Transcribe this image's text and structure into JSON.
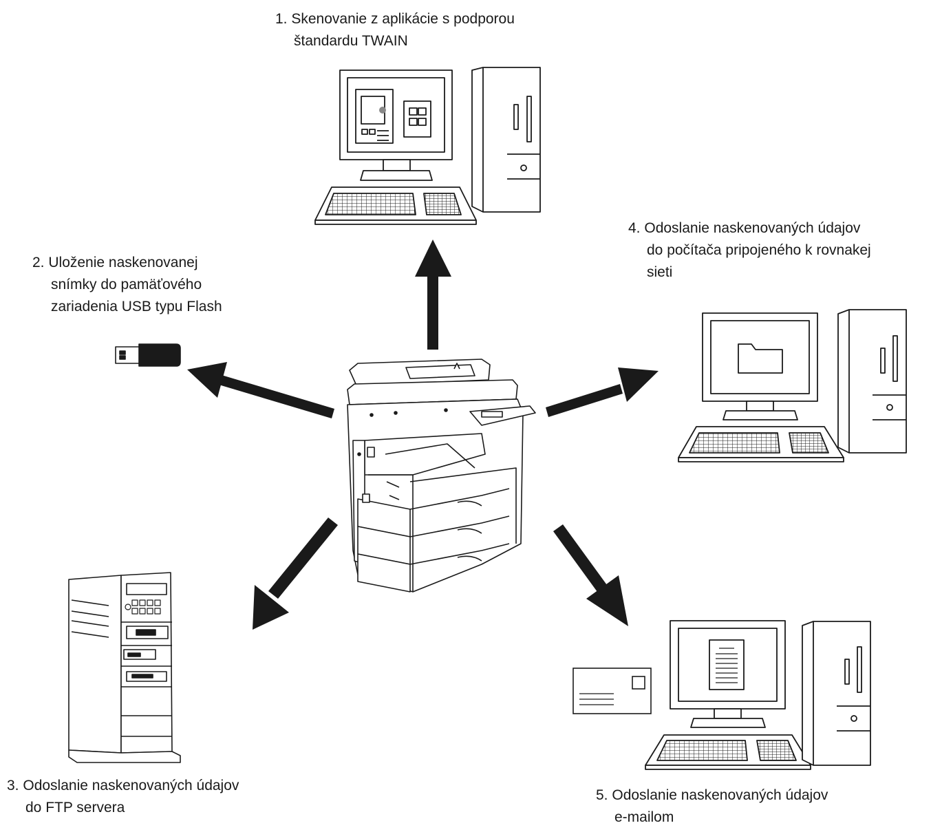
{
  "diagram": {
    "colors": {
      "ink": "#1a1a1a",
      "arrow": "#1a1a1a",
      "paper": "#ffffff"
    },
    "labels": [
      {
        "id": "twain",
        "number": "1.",
        "lines": [
          "Skenovanie z aplikácie s podporou",
          "štandardu TWAIN"
        ]
      },
      {
        "id": "usb",
        "number": "2.",
        "lines": [
          "Uloženie naskenovanej",
          "snímky do pamäťového",
          "zariadenia USB typu Flash"
        ]
      },
      {
        "id": "ftp",
        "number": "3.",
        "lines": [
          "Odoslanie naskenovaných údajov",
          "do FTP servera"
        ]
      },
      {
        "id": "network",
        "number": "4.",
        "lines": [
          "Odoslanie naskenovaných údajov",
          "do počítača pripojeného k rovnakej",
          "sieti"
        ]
      },
      {
        "id": "email",
        "number": "5.",
        "lines": [
          "Odoslanie naskenovaných údajov",
          "e-mailom"
        ]
      }
    ],
    "icons": [
      "multifunction-printer-icon",
      "desktop-computer-icon",
      "usb-flash-drive-icon",
      "ftp-server-icon",
      "network-computer-icon",
      "email-computer-icon",
      "envelope-icon"
    ]
  }
}
